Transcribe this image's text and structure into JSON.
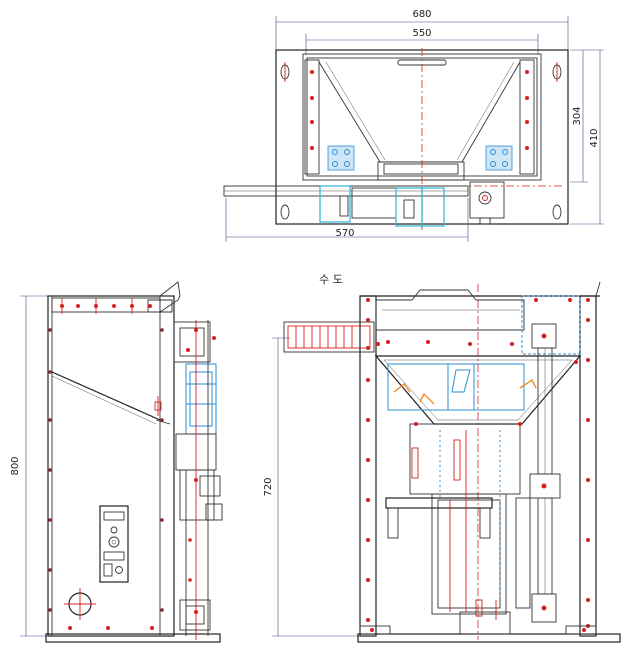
{
  "dimensions": {
    "top_overall_width": "680",
    "top_inner_width": "550",
    "top_height_304": "304",
    "top_height_410": "410",
    "top_bottom_width": "570",
    "left_height": "800",
    "right_height": "720"
  },
  "labels": {
    "water_supply": "수 도"
  },
  "colors": {
    "outline": "#333333",
    "centerline": "#d62020",
    "hidden_parts": "#2c8ed6",
    "sensor": "#f08a24",
    "dimension": "#3a4a8a"
  }
}
